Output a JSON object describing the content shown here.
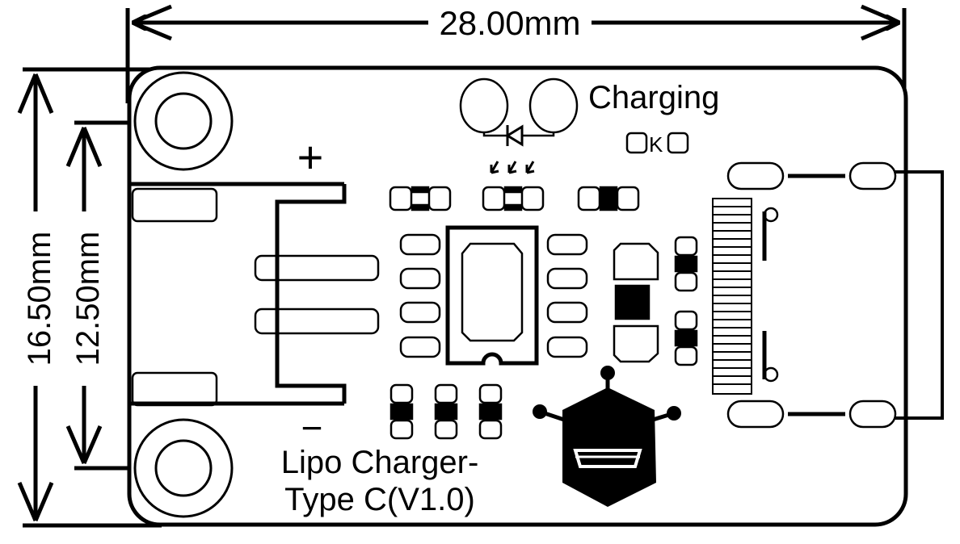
{
  "dimensions": {
    "width_label": "28.00mm",
    "height_outer_label": "16.50mm",
    "height_inner_label": "12.50mm"
  },
  "labels": {
    "charging": "Charging",
    "led_k": "K",
    "plus": "+",
    "minus": "−",
    "title_line1": "Lipo Charger-",
    "title_line2": "Type C(V1.0)"
  },
  "colors": {
    "ink": "#000000",
    "paper": "#ffffff"
  }
}
